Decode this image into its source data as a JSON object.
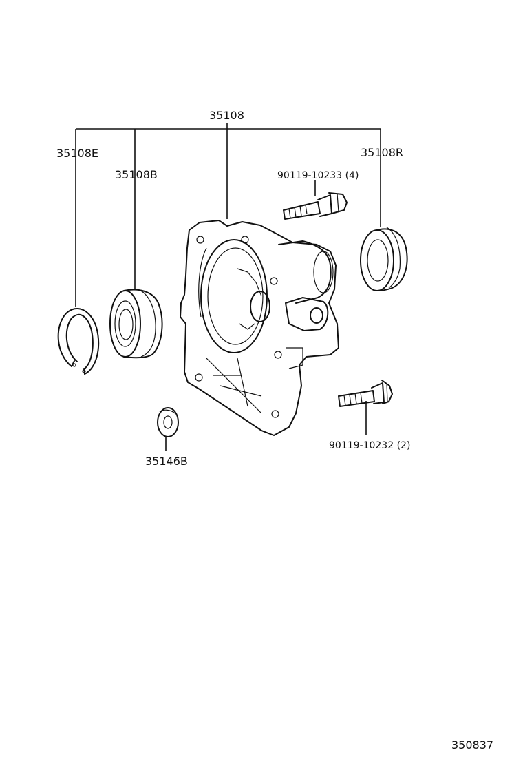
{
  "callouts": {
    "main_assembly": "35108",
    "snap_ring": "35108E",
    "bearing": "35108B",
    "oil_seal": "35108R",
    "bolt_upper": "90119-10233 (4)",
    "bolt_lower": "90119-10232 (2)",
    "washer": "35146B"
  },
  "diagram_id": "350837"
}
